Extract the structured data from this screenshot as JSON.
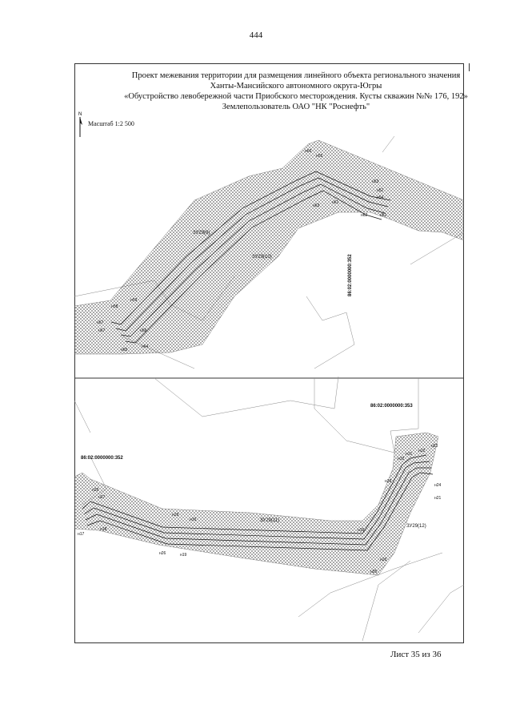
{
  "page_number": "444",
  "title": {
    "line1": "Проект межевания территории для размещения линейного объекта регионального значения",
    "line2": "Ханты-Мансийского автономного округа-Югры",
    "line3": "«Обустройство левобережной части Приобского месторождения. Кусты скважин №№ 176, 192»",
    "line4": "Землепользователь ОАО \"НК \"Роснефть\""
  },
  "north_label": "N",
  "scale_label": "Масштаб 1:2 500",
  "map_top": {
    "cadastral_label": "86:02:0000000:352",
    "zones": [
      "ЗУ29(9)",
      "ЗУ29(10)"
    ],
    "points": [
      "н60",
      "н55",
      "н53",
      "н52",
      "н54",
      "н51",
      "н62",
      "н63",
      "н61",
      "н58",
      "н59",
      "н57",
      "н67",
      "н56",
      "н64",
      "н65"
    ]
  },
  "map_bottom": {
    "cadastral_labels": [
      "86:02:0000000:353",
      "86:02:0000000:352"
    ],
    "zones": [
      "ЗУ29(11)",
      "ЗУ29(12)"
    ],
    "points": [
      "н23",
      "н22",
      "н32",
      "н31",
      "н33",
      "н24",
      "н21",
      "н28",
      "н27",
      "н29",
      "н30",
      "н17",
      "н18",
      "н19",
      "н26",
      "н25",
      "н20",
      "н15"
    ]
  },
  "sheet_label": "Лист 35 из 36"
}
